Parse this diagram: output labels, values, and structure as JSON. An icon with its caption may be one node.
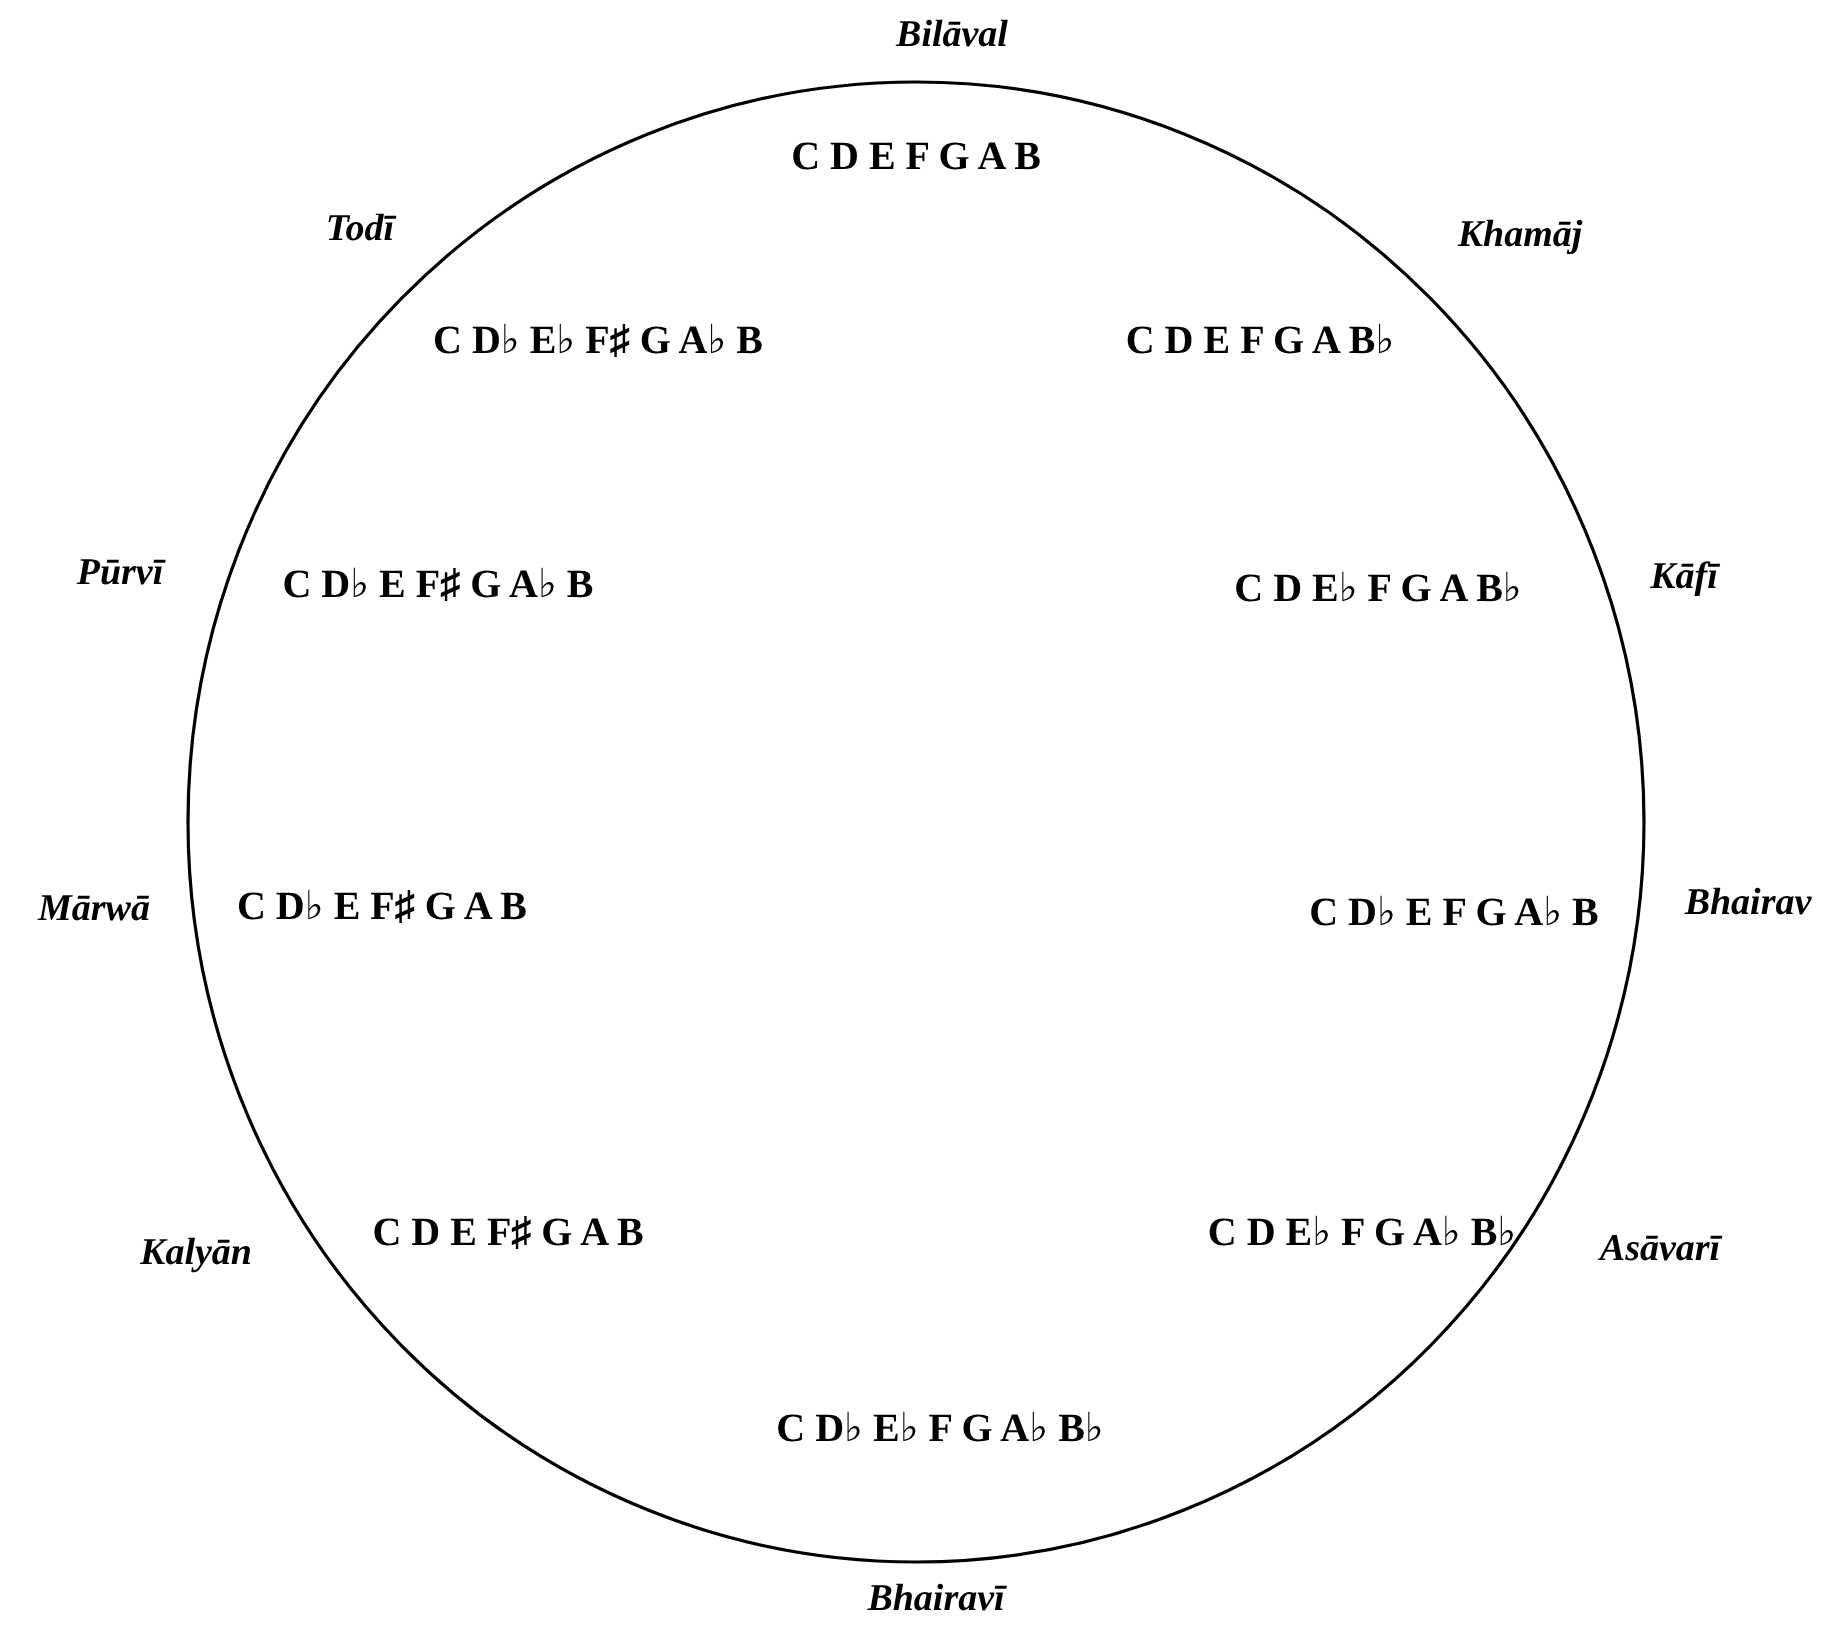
{
  "diagram": {
    "labels": [
      "Bilāval",
      "C D E F G A B",
      "Todī",
      "Khamāj",
      "C D♭ E♭ F♯ G A♭ B",
      "C D E F G A B♭",
      "Pūrvī",
      "C D♭ E F♯ G A♭ B",
      "C D E♭ F G A B♭",
      "Kāfī",
      "Mārwā",
      "C D♭ E F♯ G A B",
      "C D♭ E F G A♭ B",
      "Bhairav",
      "Kalyān",
      "C D E F♯ G A B",
      "C D E♭ F G A♭ B♭",
      "Asāvarī",
      "C D♭ E♭ F G A♭ B♭",
      "Bhairavī"
    ]
  }
}
